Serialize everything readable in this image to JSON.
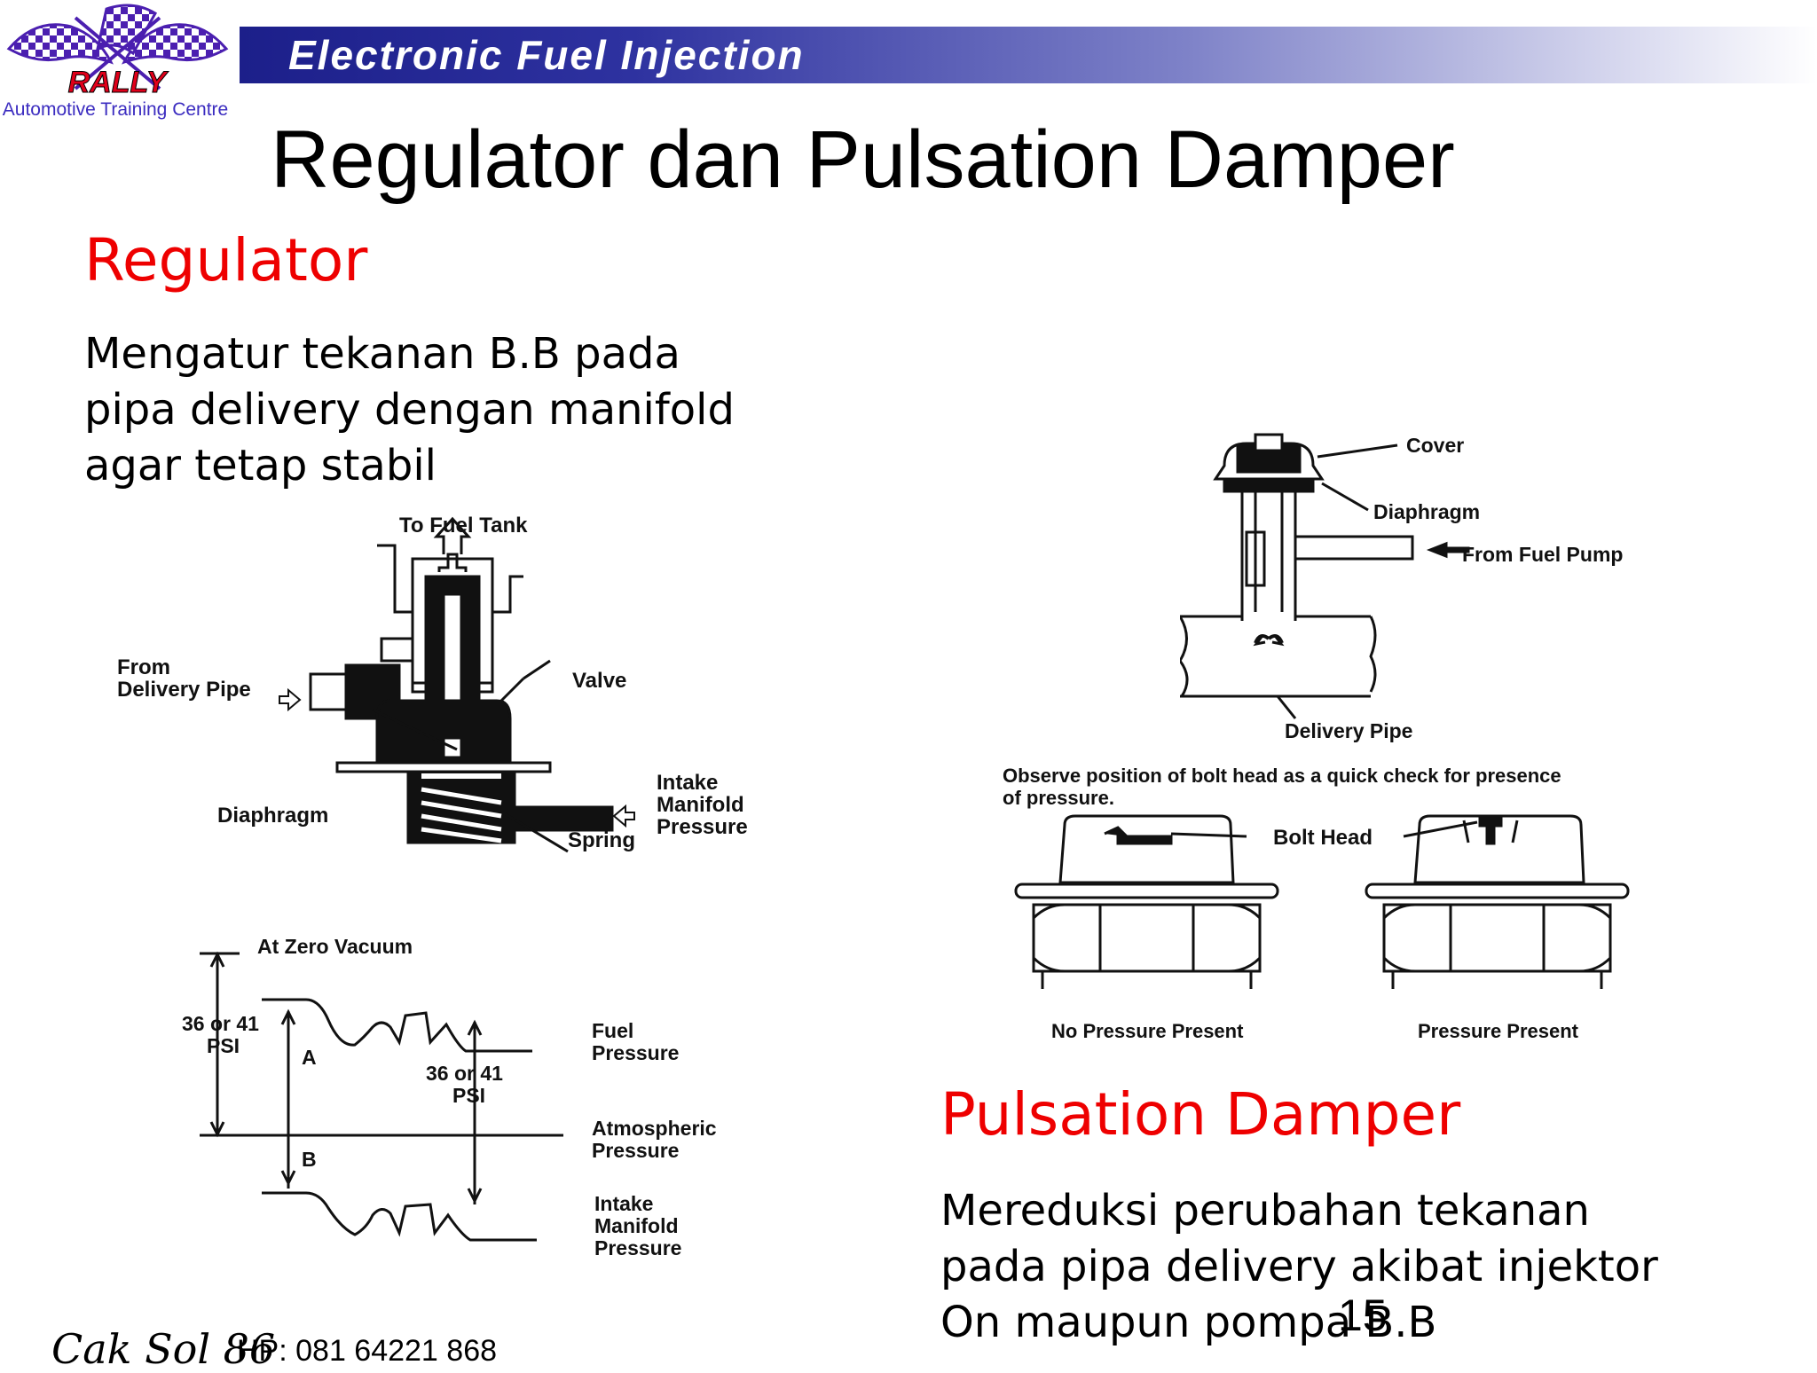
{
  "header": {
    "logo_text": "RALLY",
    "logo_subtitle": "Automotive Training Centre",
    "banner": "Electronic Fuel Injection"
  },
  "slide": {
    "title": "Regulator dan Pulsation Damper",
    "page_number": "15"
  },
  "regulator": {
    "heading": "Regulator",
    "lines": [
      "Mengatur tekanan B.B  pada",
      "pipa delivery dengan manifold",
      "agar tetap stabil"
    ]
  },
  "damper": {
    "heading": "Pulsation Damper",
    "lines": [
      "Mereduksi perubahan tekanan",
      "pada pipa delivery akibat injektor",
      "On maupun pompa B.B"
    ]
  },
  "diagram_regulator": {
    "to_fuel_tank": "To Fuel Tank",
    "from_delivery_pipe_1": "From",
    "from_delivery_pipe_2": "Delivery Pipe",
    "valve": "Valve",
    "intake_manifold_pressure_1": "Intake",
    "intake_manifold_pressure_2": "Manifold",
    "intake_manifold_pressure_3": "Pressure",
    "diaphragm": "Diaphragm",
    "spring": "Spring"
  },
  "diagram_pressure": {
    "title": "At Zero Vacuum",
    "psi_left_1": "36 or 41",
    "psi_left_2": "PSI",
    "label_a": "A",
    "label_b": "B",
    "psi_mid_1": "36 or 41",
    "psi_mid_2": "PSI",
    "fuel_pressure_1": "Fuel",
    "fuel_pressure_2": "Pressure",
    "atmospheric_1": "Atmospheric",
    "atmospheric_2": "Pressure",
    "intake_1": "Intake",
    "intake_2": "Manifold",
    "intake_3": "Pressure"
  },
  "diagram_damper": {
    "cover": "Cover",
    "diaphragm": "Diaphragm",
    "from_fuel_pump": "From Fuel Pump",
    "delivery_pipe": "Delivery Pipe"
  },
  "diagram_bolt": {
    "note_1": "Observe position of bolt head as a quick check for presence",
    "note_2": "of pressure.",
    "bolt_head": "Bolt Head",
    "no_pressure": "No Pressure Present",
    "pressure": "Pressure Present"
  },
  "footer": {
    "author": "Cak Sol 86",
    "phone": "HP: 081 64221 868"
  },
  "colors": {
    "heading_red": "#ee0000",
    "banner_blue": "#1c1f8a",
    "logo_purple": "#4b1fb0"
  }
}
